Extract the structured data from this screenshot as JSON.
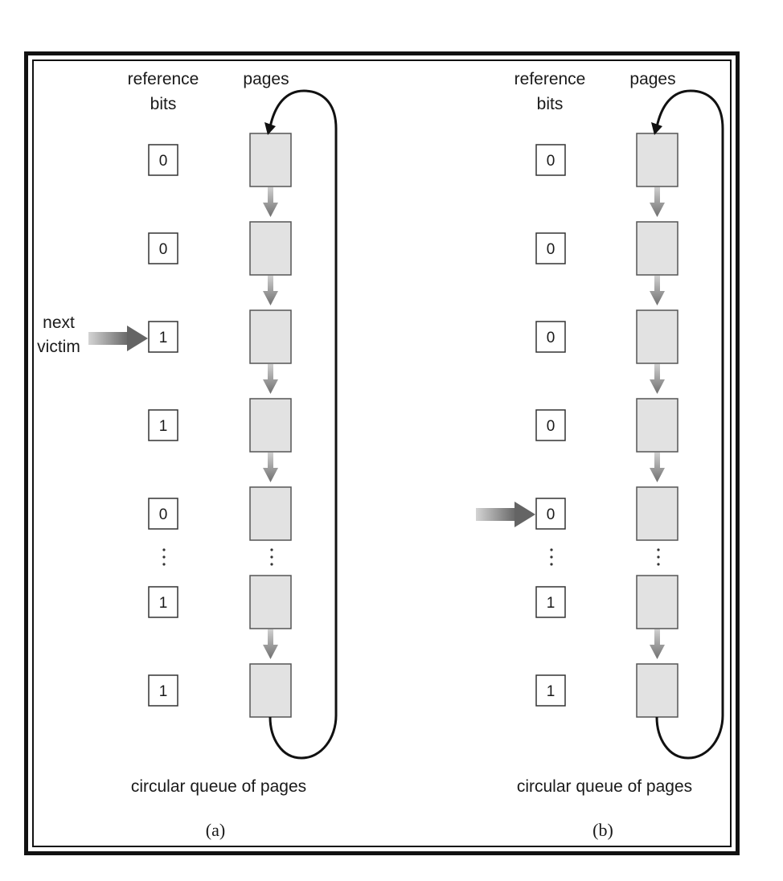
{
  "panels": [
    {
      "id": "a",
      "caption": "(a)",
      "header_ref_line1": "reference",
      "header_ref_line2": "bits",
      "header_pages": "pages",
      "bits": [
        "0",
        "0",
        "1",
        "1",
        "0",
        "1",
        "1"
      ],
      "pointer_row": 2,
      "pointer_label_line1": "next",
      "pointer_label_line2": "victim",
      "queue_label": "circular queue of pages"
    },
    {
      "id": "b",
      "caption": "(b)",
      "header_ref_line1": "reference",
      "header_ref_line2": "bits",
      "header_pages": "pages",
      "bits": [
        "0",
        "0",
        "0",
        "0",
        "0",
        "1",
        "1"
      ],
      "pointer_row": 4,
      "queue_label": "circular queue of pages"
    }
  ],
  "colors": {
    "page_fill": "#e2e2e2",
    "page_stroke": "#555555",
    "arrow_gray": "#7a7a7a",
    "line": "#111111"
  }
}
